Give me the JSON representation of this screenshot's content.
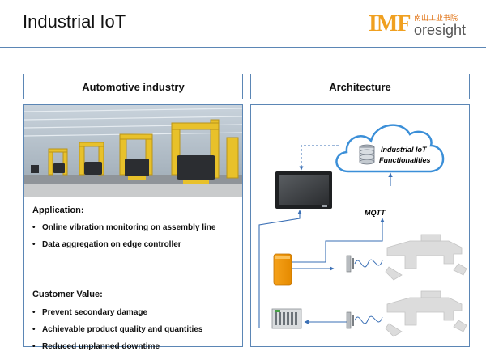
{
  "slide": {
    "title": "Industrial IoT"
  },
  "logo": {
    "brand": "IMF",
    "chinese": "南山工业书院",
    "wordmark": "oresight"
  },
  "left_panel": {
    "header": "Automotive industry",
    "application": {
      "title": "Application:",
      "items": [
        "Online vibration monitoring on assembly line",
        "Data aggregation on edge controller"
      ]
    },
    "customer_value": {
      "title": "Customer Value:",
      "items": [
        "Prevent secondary damage",
        "Achievable product quality and quantities",
        "Reduced unplanned downtime"
      ]
    }
  },
  "right_panel": {
    "header": "Architecture",
    "cloud_label_line1": "Industrial IoT",
    "cloud_label_line2": "Functionalities",
    "protocol_label": "MQTT"
  },
  "colors": {
    "border": "#5b86b5",
    "logo_orange": "#f0a020",
    "cloud_blue": "#3b8fd8",
    "arrow_blue": "#3a6fb5"
  }
}
